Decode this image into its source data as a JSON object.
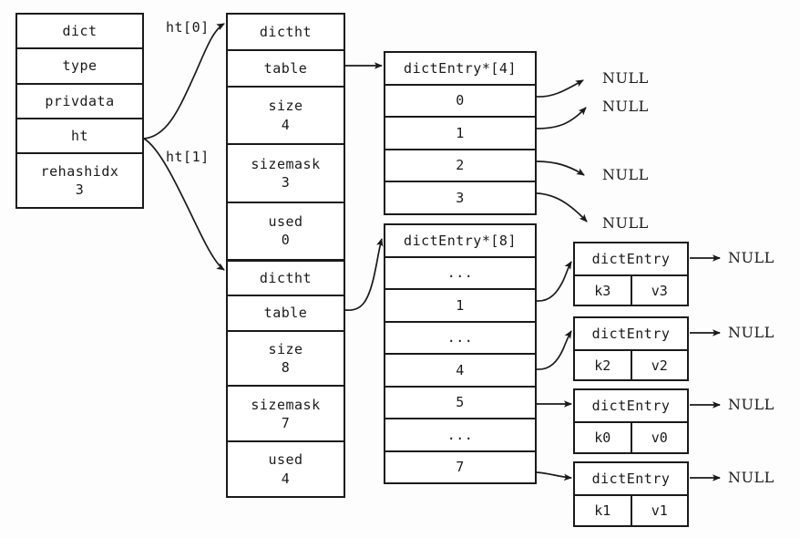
{
  "diagram": {
    "title": "redis dict rehashing structure",
    "background": "#fdfdfd",
    "stroke": "#1a1a1a"
  },
  "dict_struct": {
    "name": "dict",
    "fields": [
      {
        "label": "dict",
        "value": ""
      },
      {
        "label": "type",
        "value": ""
      },
      {
        "label": "privdata",
        "value": ""
      },
      {
        "label": "ht",
        "value": ""
      },
      {
        "label": "rehashidx",
        "value": "3"
      }
    ]
  },
  "pointer_labels": {
    "ht0": "ht[0]",
    "ht1": "ht[1]"
  },
  "dictht_0": {
    "fields": [
      {
        "label": "dictht",
        "value": ""
      },
      {
        "label": "table",
        "value": ""
      },
      {
        "label": "size",
        "value": "4"
      },
      {
        "label": "sizemask",
        "value": "3"
      },
      {
        "label": "used",
        "value": "0"
      }
    ]
  },
  "dictht_1": {
    "fields": [
      {
        "label": "dictht",
        "value": ""
      },
      {
        "label": "table",
        "value": ""
      },
      {
        "label": "size",
        "value": "8"
      },
      {
        "label": "sizemask",
        "value": "7"
      },
      {
        "label": "used",
        "value": "4"
      }
    ]
  },
  "table_4": {
    "header": "dictEntry*[4]",
    "slots": [
      "0",
      "1",
      "2",
      "3"
    ]
  },
  "table_8": {
    "header": "dictEntry*[8]",
    "slots": [
      "...",
      "1",
      "...",
      "4",
      "5",
      "...",
      "7"
    ]
  },
  "entries": [
    {
      "name": "dictEntry",
      "key": "k3",
      "value": "v3",
      "next": "NULL"
    },
    {
      "name": "dictEntry",
      "key": "k2",
      "value": "v2",
      "next": "NULL"
    },
    {
      "name": "dictEntry",
      "key": "k0",
      "value": "v0",
      "next": "NULL"
    },
    {
      "name": "dictEntry",
      "key": "k1",
      "value": "v1",
      "next": "NULL"
    }
  ],
  "table4_nulls": [
    "NULL",
    "NULL",
    "NULL",
    "NULL"
  ]
}
